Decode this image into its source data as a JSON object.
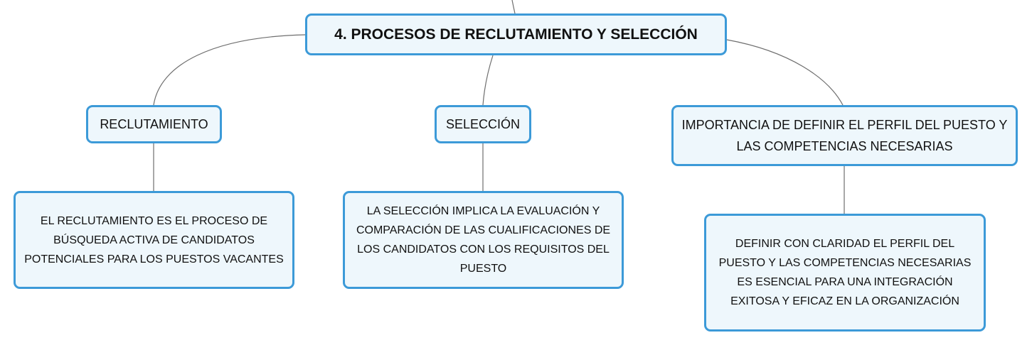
{
  "diagram": {
    "root": {
      "label": "4. PROCESOS DE RECLUTAMIENTO Y SELECCIÓN"
    },
    "branches": [
      {
        "id": "reclutamiento",
        "label": "RECLUTAMIENTO",
        "detail": "EL RECLUTAMIENTO ES EL PROCESO DE BÚSQUEDA ACTIVA DE CANDIDATOS POTENCIALES PARA LOS PUESTOS VACANTES"
      },
      {
        "id": "seleccion",
        "label": "SELECCIÓN",
        "detail": "LA SELECCIÓN IMPLICA LA EVALUACIÓN Y COMPARACIÓN DE LAS CUALIFICACIONES DE LOS CANDIDATOS CON LOS REQUISITOS DEL PUESTO"
      },
      {
        "id": "importancia",
        "label": "IMPORTANCIA DE DEFINIR EL PERFIL DEL PUESTO Y LAS COMPETENCIAS NECESARIAS",
        "detail": "DEFINIR CON CLARIDAD EL PERFIL DEL PUESTO Y LAS COMPETENCIAS NECESARIAS ES ESENCIAL PARA UNA INTEGRACIÓN EXITOSA Y EFICAZ EN LA ORGANIZACIÓN"
      }
    ]
  },
  "colors": {
    "node_border": "#3c9ad8",
    "node_fill": "#eef7fc",
    "connector": "#6e6e6e",
    "text": "#111111"
  }
}
